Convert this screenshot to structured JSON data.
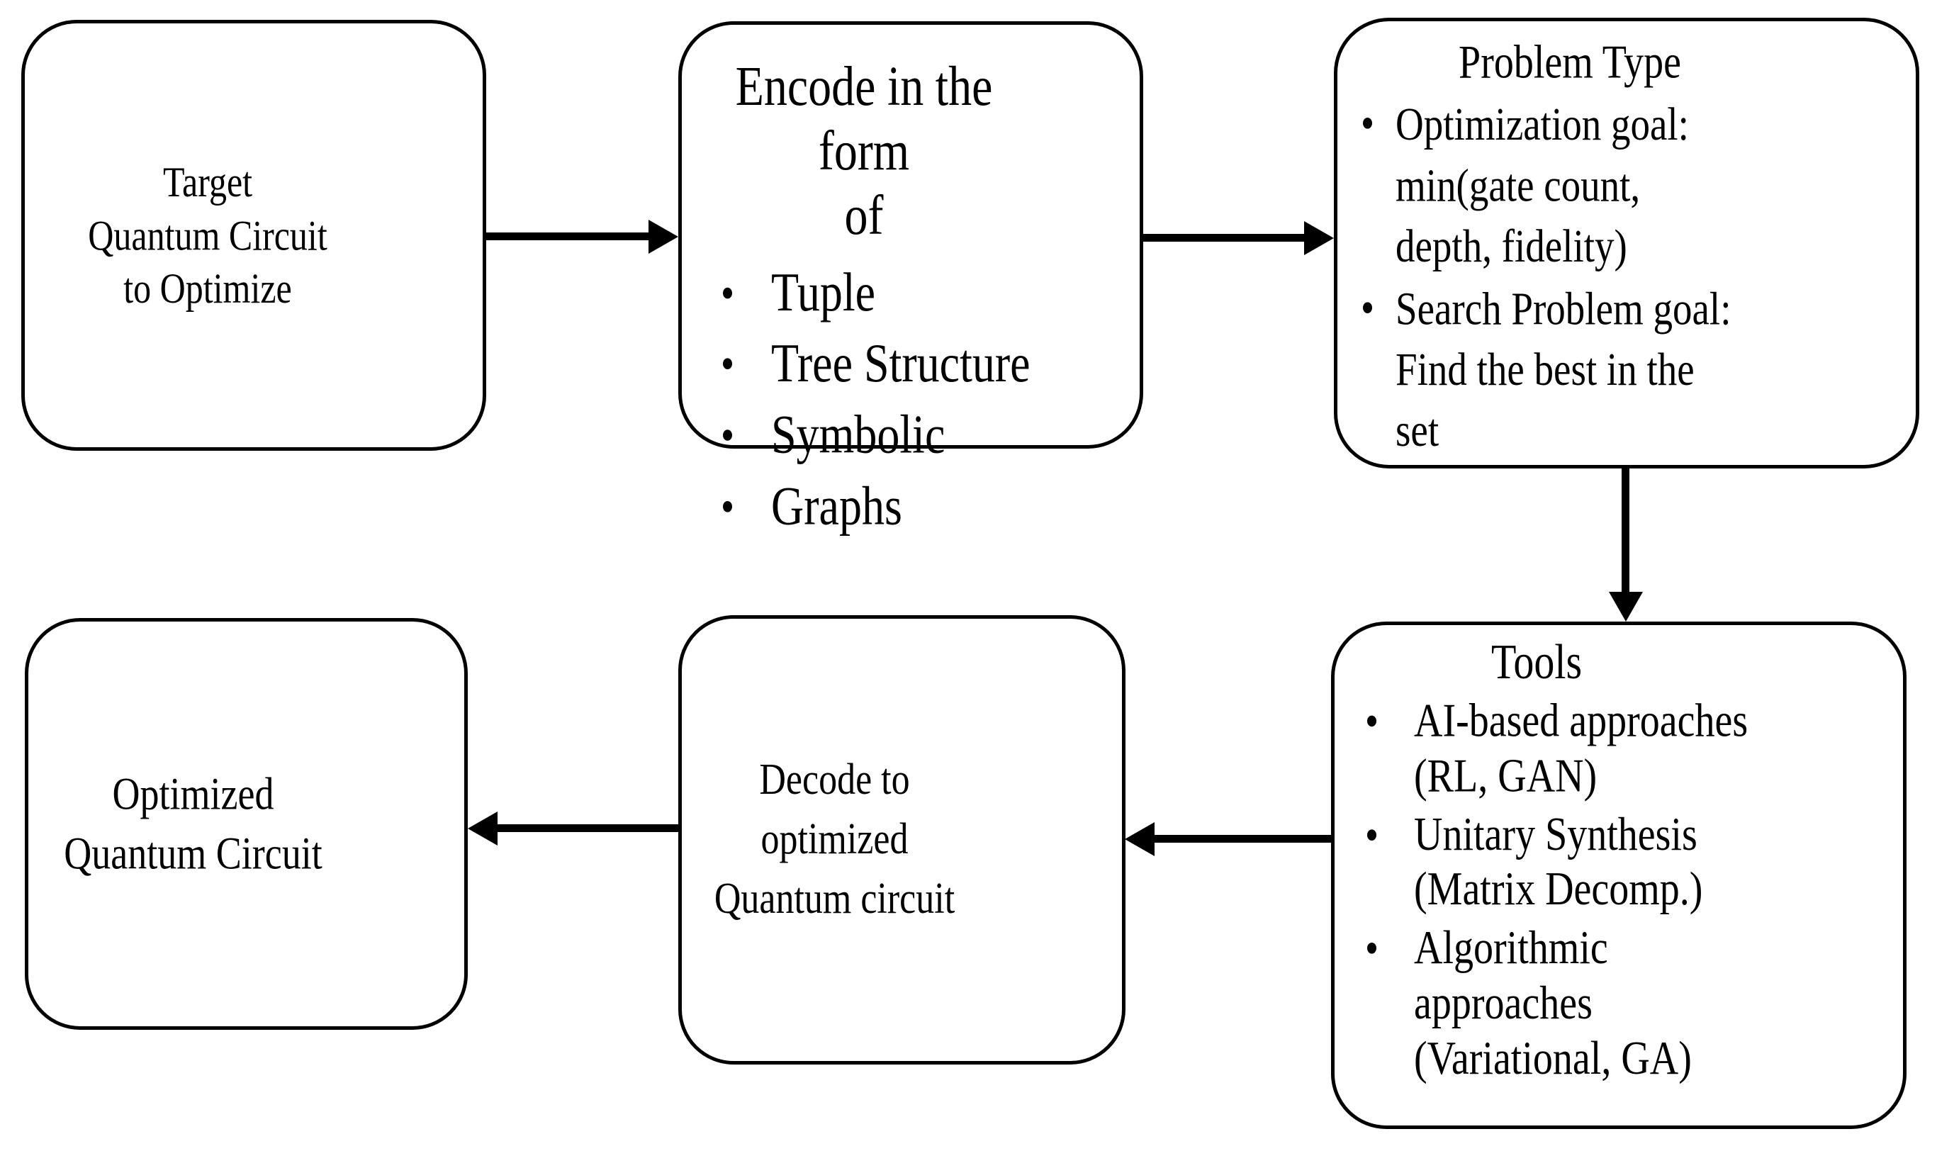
{
  "colors": {
    "background": "#ffffff",
    "line": "#000000",
    "text": "#000000"
  },
  "boxes": {
    "target": {
      "text": "Target\nQuantum Circuit\nto Optimize"
    },
    "encode": {
      "title": "Encode in the form\nof",
      "items": [
        "Tuple",
        "Tree Structure",
        "Symbolic",
        "Graphs"
      ]
    },
    "problem": {
      "title": "Problem Type",
      "items": [
        "Optimization goal:\nmin(gate count,\ndepth, fidelity)",
        "Search Problem goal:\nFind the best in the\nset"
      ]
    },
    "tools": {
      "title": "Tools",
      "items": [
        "AI-based approaches\n(RL, GAN)",
        "Unitary Synthesis\n(Matrix Decomp.)",
        "Algorithmic\napproaches\n(Variational, GA)"
      ]
    },
    "decode": {
      "text": "Decode to\noptimized\nQuantum circuit"
    },
    "optimized": {
      "text": "Optimized\nQuantum Circuit"
    }
  },
  "flow": [
    {
      "from": "Target Quantum Circuit to Optimize",
      "to": "Encode in the form of"
    },
    {
      "from": "Encode in the form of",
      "to": "Problem Type"
    },
    {
      "from": "Problem Type",
      "to": "Tools"
    },
    {
      "from": "Tools",
      "to": "Decode to optimized Quantum circuit"
    },
    {
      "from": "Decode to optimized Quantum circuit",
      "to": "Optimized Quantum Circuit"
    }
  ]
}
